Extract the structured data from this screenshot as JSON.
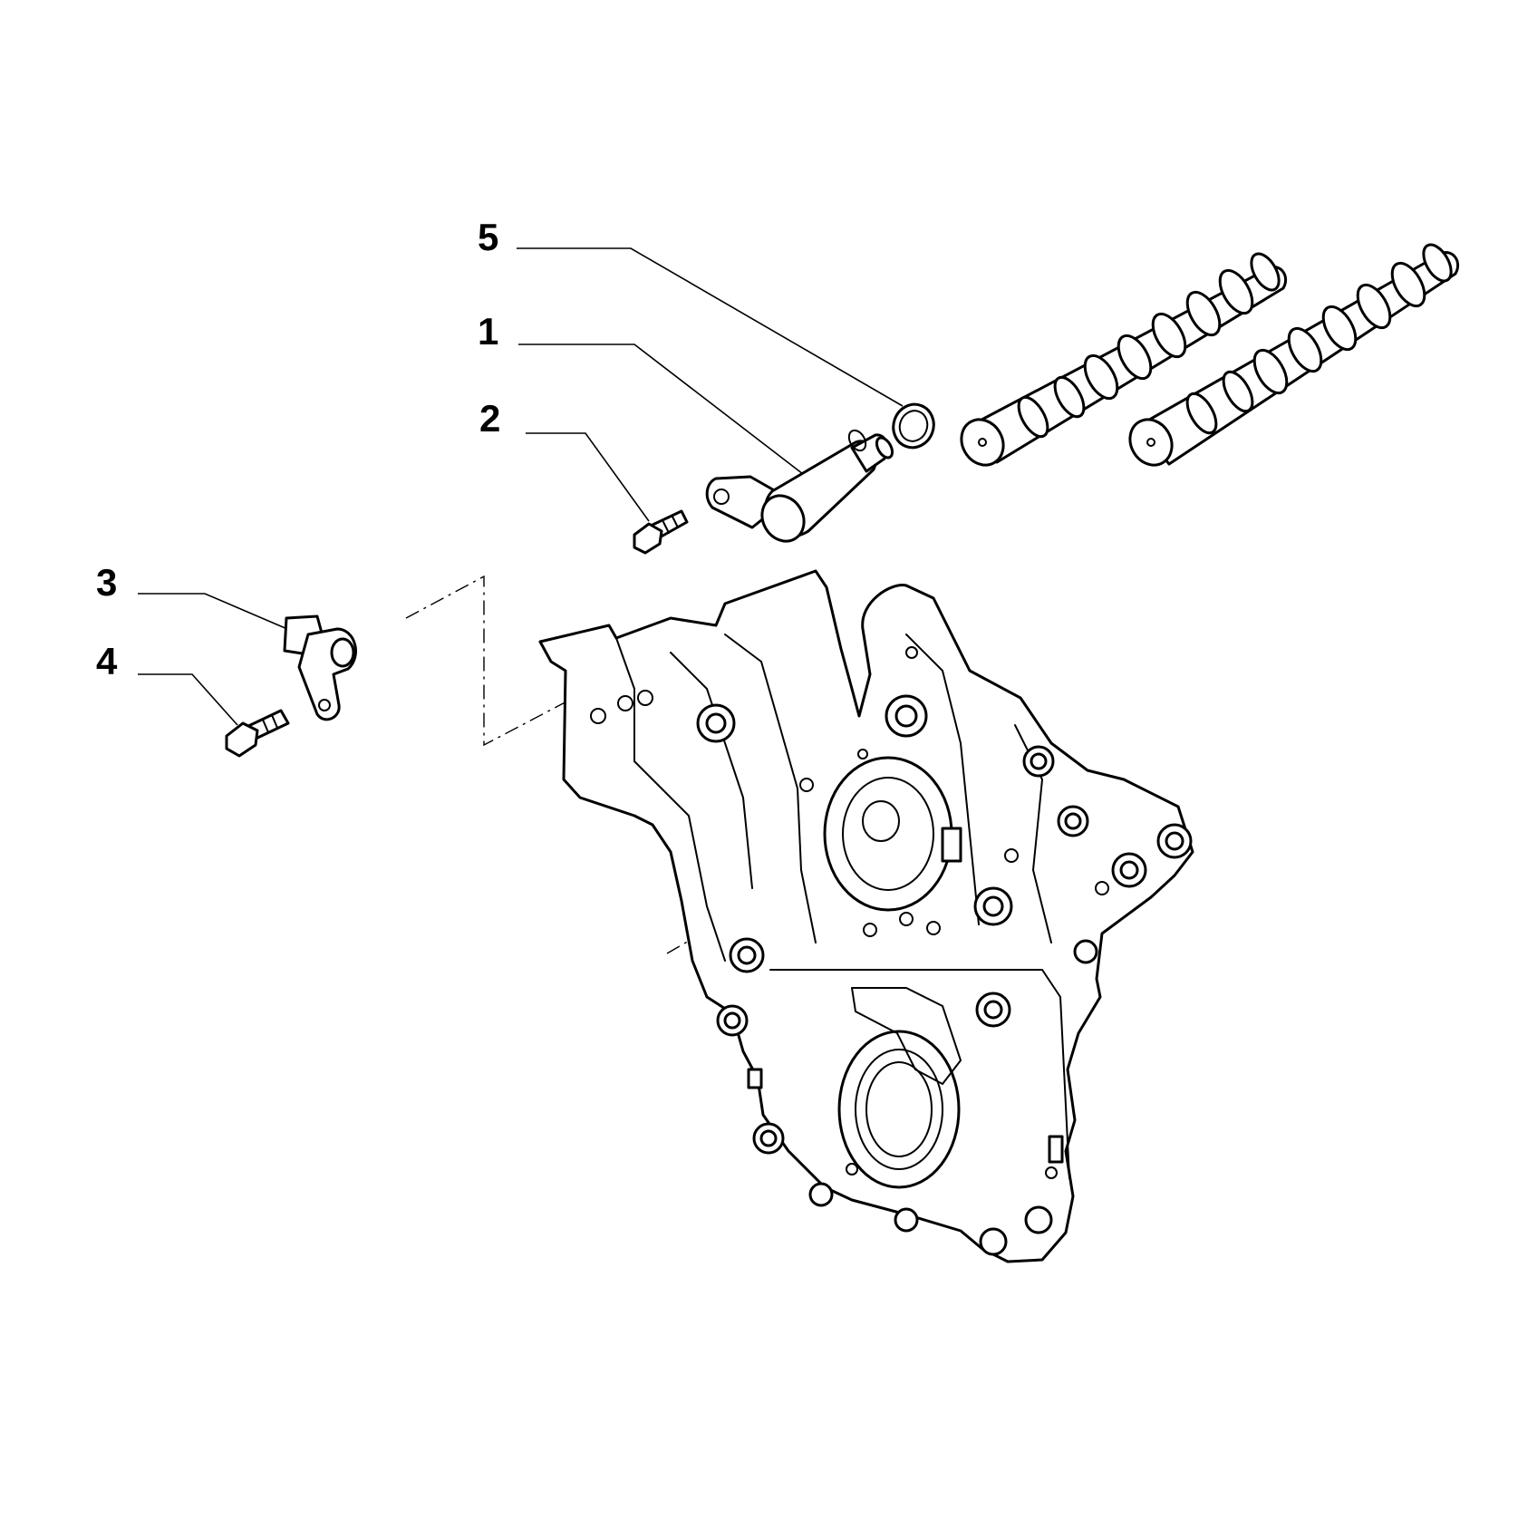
{
  "callouts": [
    {
      "id": "5",
      "label": "5"
    },
    {
      "id": "1",
      "label": "1"
    },
    {
      "id": "2",
      "label": "2"
    },
    {
      "id": "3",
      "label": "3"
    },
    {
      "id": "4",
      "label": "4"
    }
  ],
  "colors": {
    "line": "#000000",
    "background": "#ffffff"
  }
}
